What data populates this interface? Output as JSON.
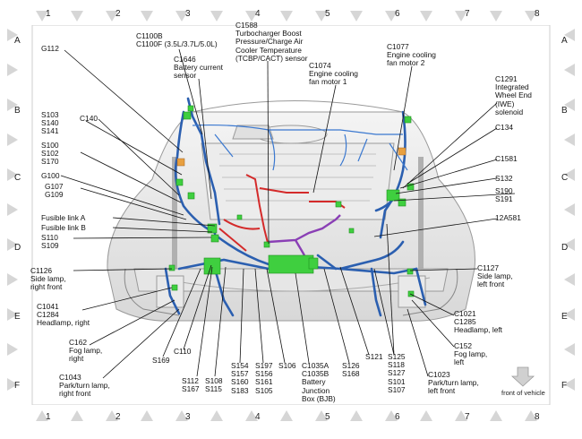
{
  "grid": {
    "columns": [
      "1",
      "2",
      "3",
      "4",
      "5",
      "6",
      "7",
      "8"
    ],
    "rows": [
      "A",
      "B",
      "C",
      "D",
      "E",
      "F"
    ]
  },
  "labels": {
    "g112": "G112",
    "c1100": "C1100B\nC1100F (3.5L/3.7L/5.0L)",
    "c1646": "C1646\nBattery current\nsensor",
    "c1588": "C1588\nTurbocharger Boost\nPressure/Charge Air\nCooler Temperature\n(TCBP/CACT) sensor",
    "c1077": "C1077\nEngine cooling\nfan motor 2",
    "c1074": "C1074\nEngine cooling\nfan motor 1",
    "c1291": "C1291\nIntegrated\nWheel End\n(IWE)\nsolenoid",
    "s103": "S103\nS140\nS141",
    "c140": "C140",
    "c134": "C134",
    "s100": "S100\nS102\nS170",
    "c1581": "C1581",
    "g100": "G100",
    "g107": "G107\nG109",
    "s132": "S132",
    "s190": "S190\nS191",
    "fla": "Fusible link A",
    "flb": "Fusible link B",
    "a581": "12A581",
    "s110": "S110\nS109",
    "c1126": "C1126\nSide lamp,\nright front",
    "c1127": "C1127\nSide lamp,\nleft front",
    "c1041": "C1041\nC1284\nHeadlamp, right",
    "c1021": "C1021\nC1285\nHeadlamp, left",
    "c162": "C162\nFog lamp,\nright",
    "c152": "C152\nFog lamp,\nleft",
    "c1043": "C1043\nPark/turn lamp,\nright front",
    "c1023": "C1023\nPark/turn lamp,\nleft front",
    "c110": "C110",
    "s169": "S169",
    "s112": "S112\nS167",
    "s108": "S108\nS115",
    "s154": "S154\nS157\nS160\nS183",
    "s197": "S197\nS156\nS161\nS105",
    "s106": "S106",
    "c1035": "C1035A\nC1035B\nBattery\nJunction\nBox (BJB)",
    "s126": "S126\nS168",
    "s121": "S121",
    "s125": "S125\nS118\nS127\nS101\nS107",
    "front": "front of vehicle"
  },
  "colors": {
    "harness_blue": "#2b5fb0",
    "harness_red": "#d42a2a",
    "connector_green": "#3fcf3f",
    "harness_purple": "#8a3fb5",
    "frame_gray": "#b9b9b9"
  },
  "icons": {
    "front_arrow": "down-arrow-icon"
  }
}
